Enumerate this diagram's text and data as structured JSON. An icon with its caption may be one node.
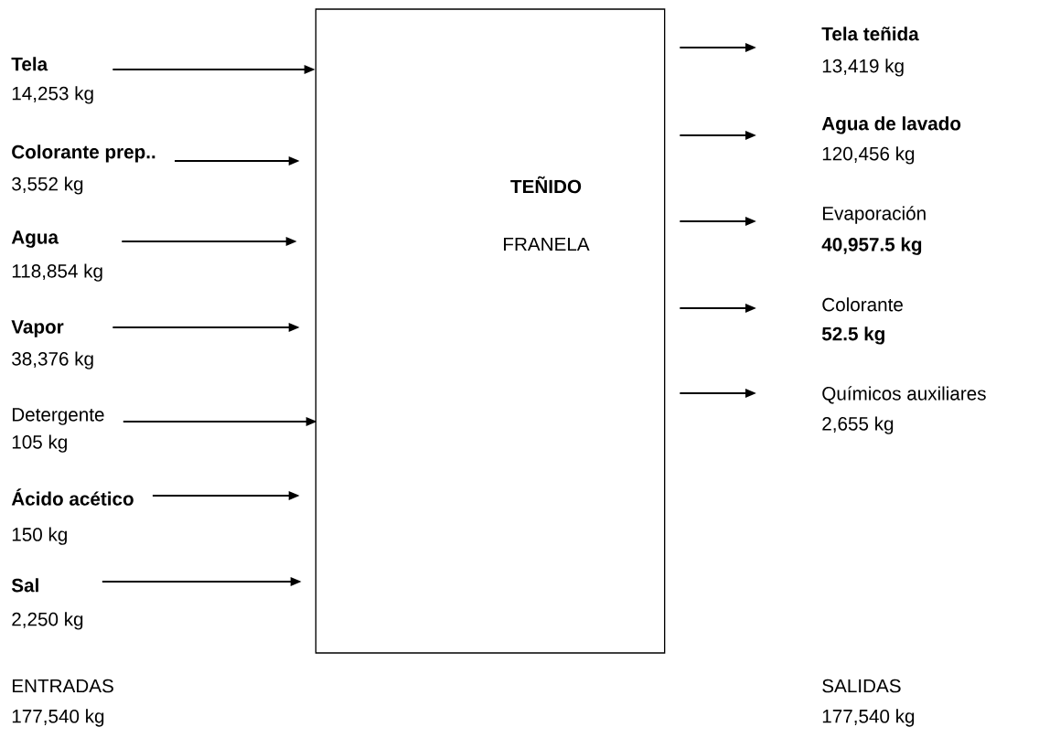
{
  "diagram": {
    "nodes": [
      {
        "text": [
          "TEÑIDO",
          "FRANELA"
        ]
      },
      {
        "text": [
          "Tela",
          "14,253 kg"
        ]
      },
      {
        "text": [
          "Colorante prep..",
          "3,552 kg"
        ]
      },
      {
        "text": [
          "Agua",
          "118,854 kg"
        ]
      },
      {
        "text": [
          "Vapor",
          "38,376 kg"
        ]
      },
      {
        "text": [
          "Detergente",
          "105 kg"
        ]
      },
      {
        "text": [
          "Ácido acético",
          "150 kg"
        ]
      },
      {
        "text": [
          "Sal",
          "2,250 kg"
        ]
      },
      {
        "text": [
          "Tela teñida",
          "13,419 kg"
        ]
      },
      {
        "text": [
          "Agua de lavado",
          "120,456 kg"
        ]
      },
      {
        "text": [
          "Evaporación",
          "40,957.5 kg"
        ]
      },
      {
        "text": [
          "Colorante",
          "52.5 kg"
        ]
      },
      {
        "text": [
          "Químicos auxiliares",
          "2,655 kg"
        ]
      }
    ],
    "edges": [
      {
        "from": 1,
        "to": 0,
        "arrow": "to"
      },
      {
        "from": 2,
        "to": 0,
        "arrow": "to"
      },
      {
        "from": 3,
        "to": 0,
        "arrow": "to"
      },
      {
        "from": 4,
        "to": 0,
        "arrow": "to"
      },
      {
        "from": 5,
        "to": 0,
        "arrow": "to"
      },
      {
        "from": 6,
        "to": 0,
        "arrow": "to"
      },
      {
        "from": 7,
        "to": 0,
        "arrow": "to"
      },
      {
        "from": 0,
        "to": 8,
        "arrow": "to"
      },
      {
        "from": 0,
        "to": 9,
        "arrow": "to"
      },
      {
        "from": 0,
        "to": 10,
        "arrow": "to"
      },
      {
        "from": 0,
        "to": 11,
        "arrow": "to"
      },
      {
        "from": 0,
        "to": 12,
        "arrow": "to"
      }
    ],
    "labels": [
      "ENTRADAS",
      "177,540 kg",
      "SALIDAS",
      "177,540 kg"
    ]
  }
}
